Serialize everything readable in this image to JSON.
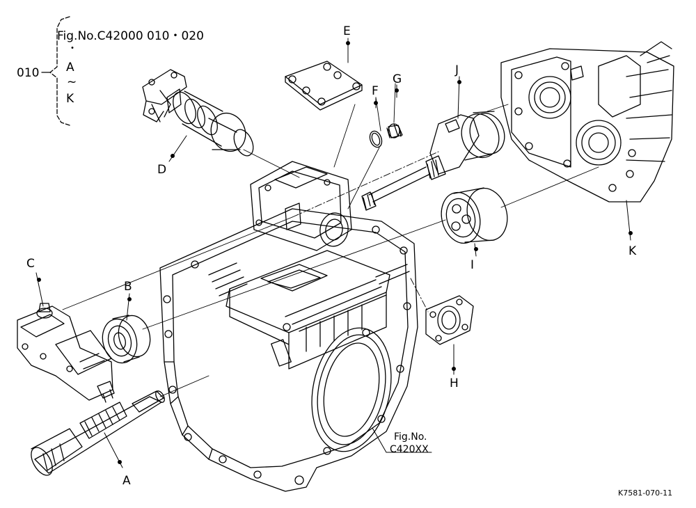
{
  "header": {
    "fig_line": "Fig.No.C42000 010・020",
    "group_code": "010",
    "range_start": "A",
    "range_tilde": "~",
    "range_end": "K",
    "bullet": "・"
  },
  "callouts": {
    "A": "A",
    "B": "B",
    "C": "C",
    "D": "D",
    "E": "E",
    "F": "F",
    "G": "G",
    "H": "H",
    "I": "I",
    "J": "J",
    "K": "K"
  },
  "ref_box": {
    "line1": "Fig.No.",
    "line2": "C420XX"
  },
  "footer": {
    "drawing_code": "K7581-070-11"
  }
}
